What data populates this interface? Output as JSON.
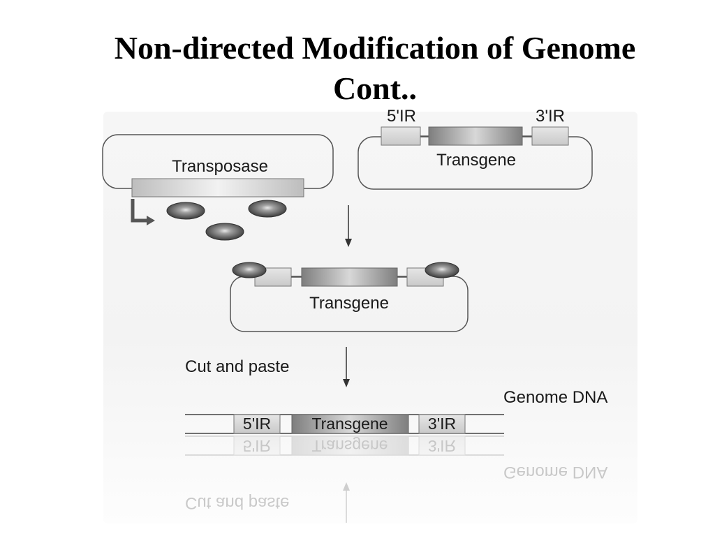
{
  "slide": {
    "title_line1": "Non-directed Modification of Genome",
    "title_line2": "Cont.."
  },
  "diagram": {
    "transposase_label": "Transposase",
    "ir5_label": "5'IR",
    "ir3_label": "3'IR",
    "transgene_label": "Transgene",
    "transgene_mid_label": "Transgene",
    "cut_paste_label": "Cut and paste",
    "genome_dna_label": "Genome DNA",
    "genome_ir5": "5'IR",
    "genome_transgene": "Transgene",
    "genome_ir3": "3'IR"
  }
}
